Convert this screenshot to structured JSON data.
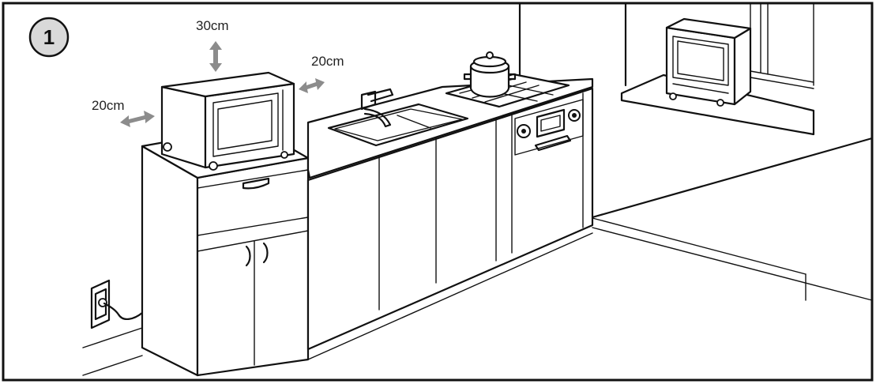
{
  "step": {
    "number": "1"
  },
  "clearances": {
    "top": "30cm",
    "right": "20cm",
    "left": "20cm"
  },
  "colors": {
    "line": "#111111",
    "arrow": "#8c8c8c",
    "badge": "#d9d9d9"
  }
}
